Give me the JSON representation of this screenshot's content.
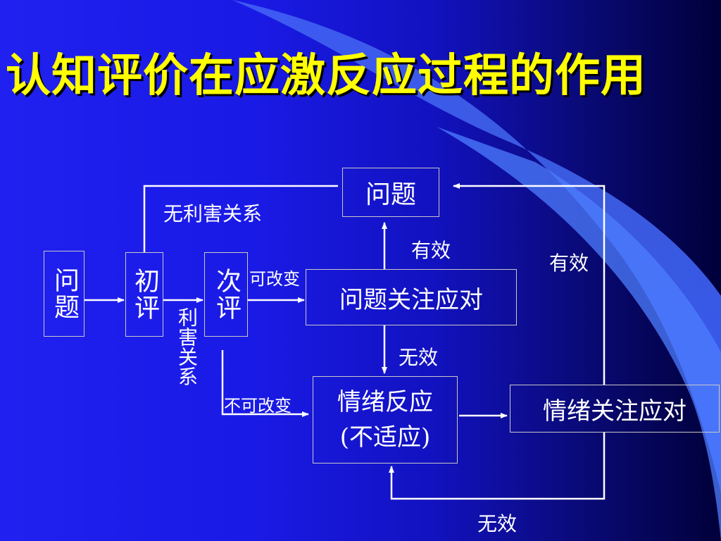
{
  "slide": {
    "title": "认知评价在应激反应过程的作用"
  },
  "nodes": {
    "problem_left": "问题",
    "primary_appraisal": "初评",
    "secondary_appraisal": "次评",
    "problem_top": "问题",
    "problem_focused_coping": "问题关注应对",
    "emotional_reaction_line1": "情绪反应",
    "emotional_reaction_line2": "(不适应)",
    "emotion_focused_coping": "情绪关注应对"
  },
  "labels": {
    "no_interest": "无利害关系",
    "interest": "利害关系",
    "changeable": "可改变",
    "unchangeable": "不可改变",
    "effective_middle": "有效",
    "effective_right": "有效",
    "ineffective_middle": "无效",
    "ineffective_bottom": "无效"
  },
  "colors": {
    "title": "#ffff00",
    "text": "#ffffff",
    "box_border": "#c8c8c8",
    "lines": "#ffffff",
    "bg_light": "#2a2aff",
    "bg_dark": "#00003a",
    "accent_shape": "#3a6cff"
  }
}
